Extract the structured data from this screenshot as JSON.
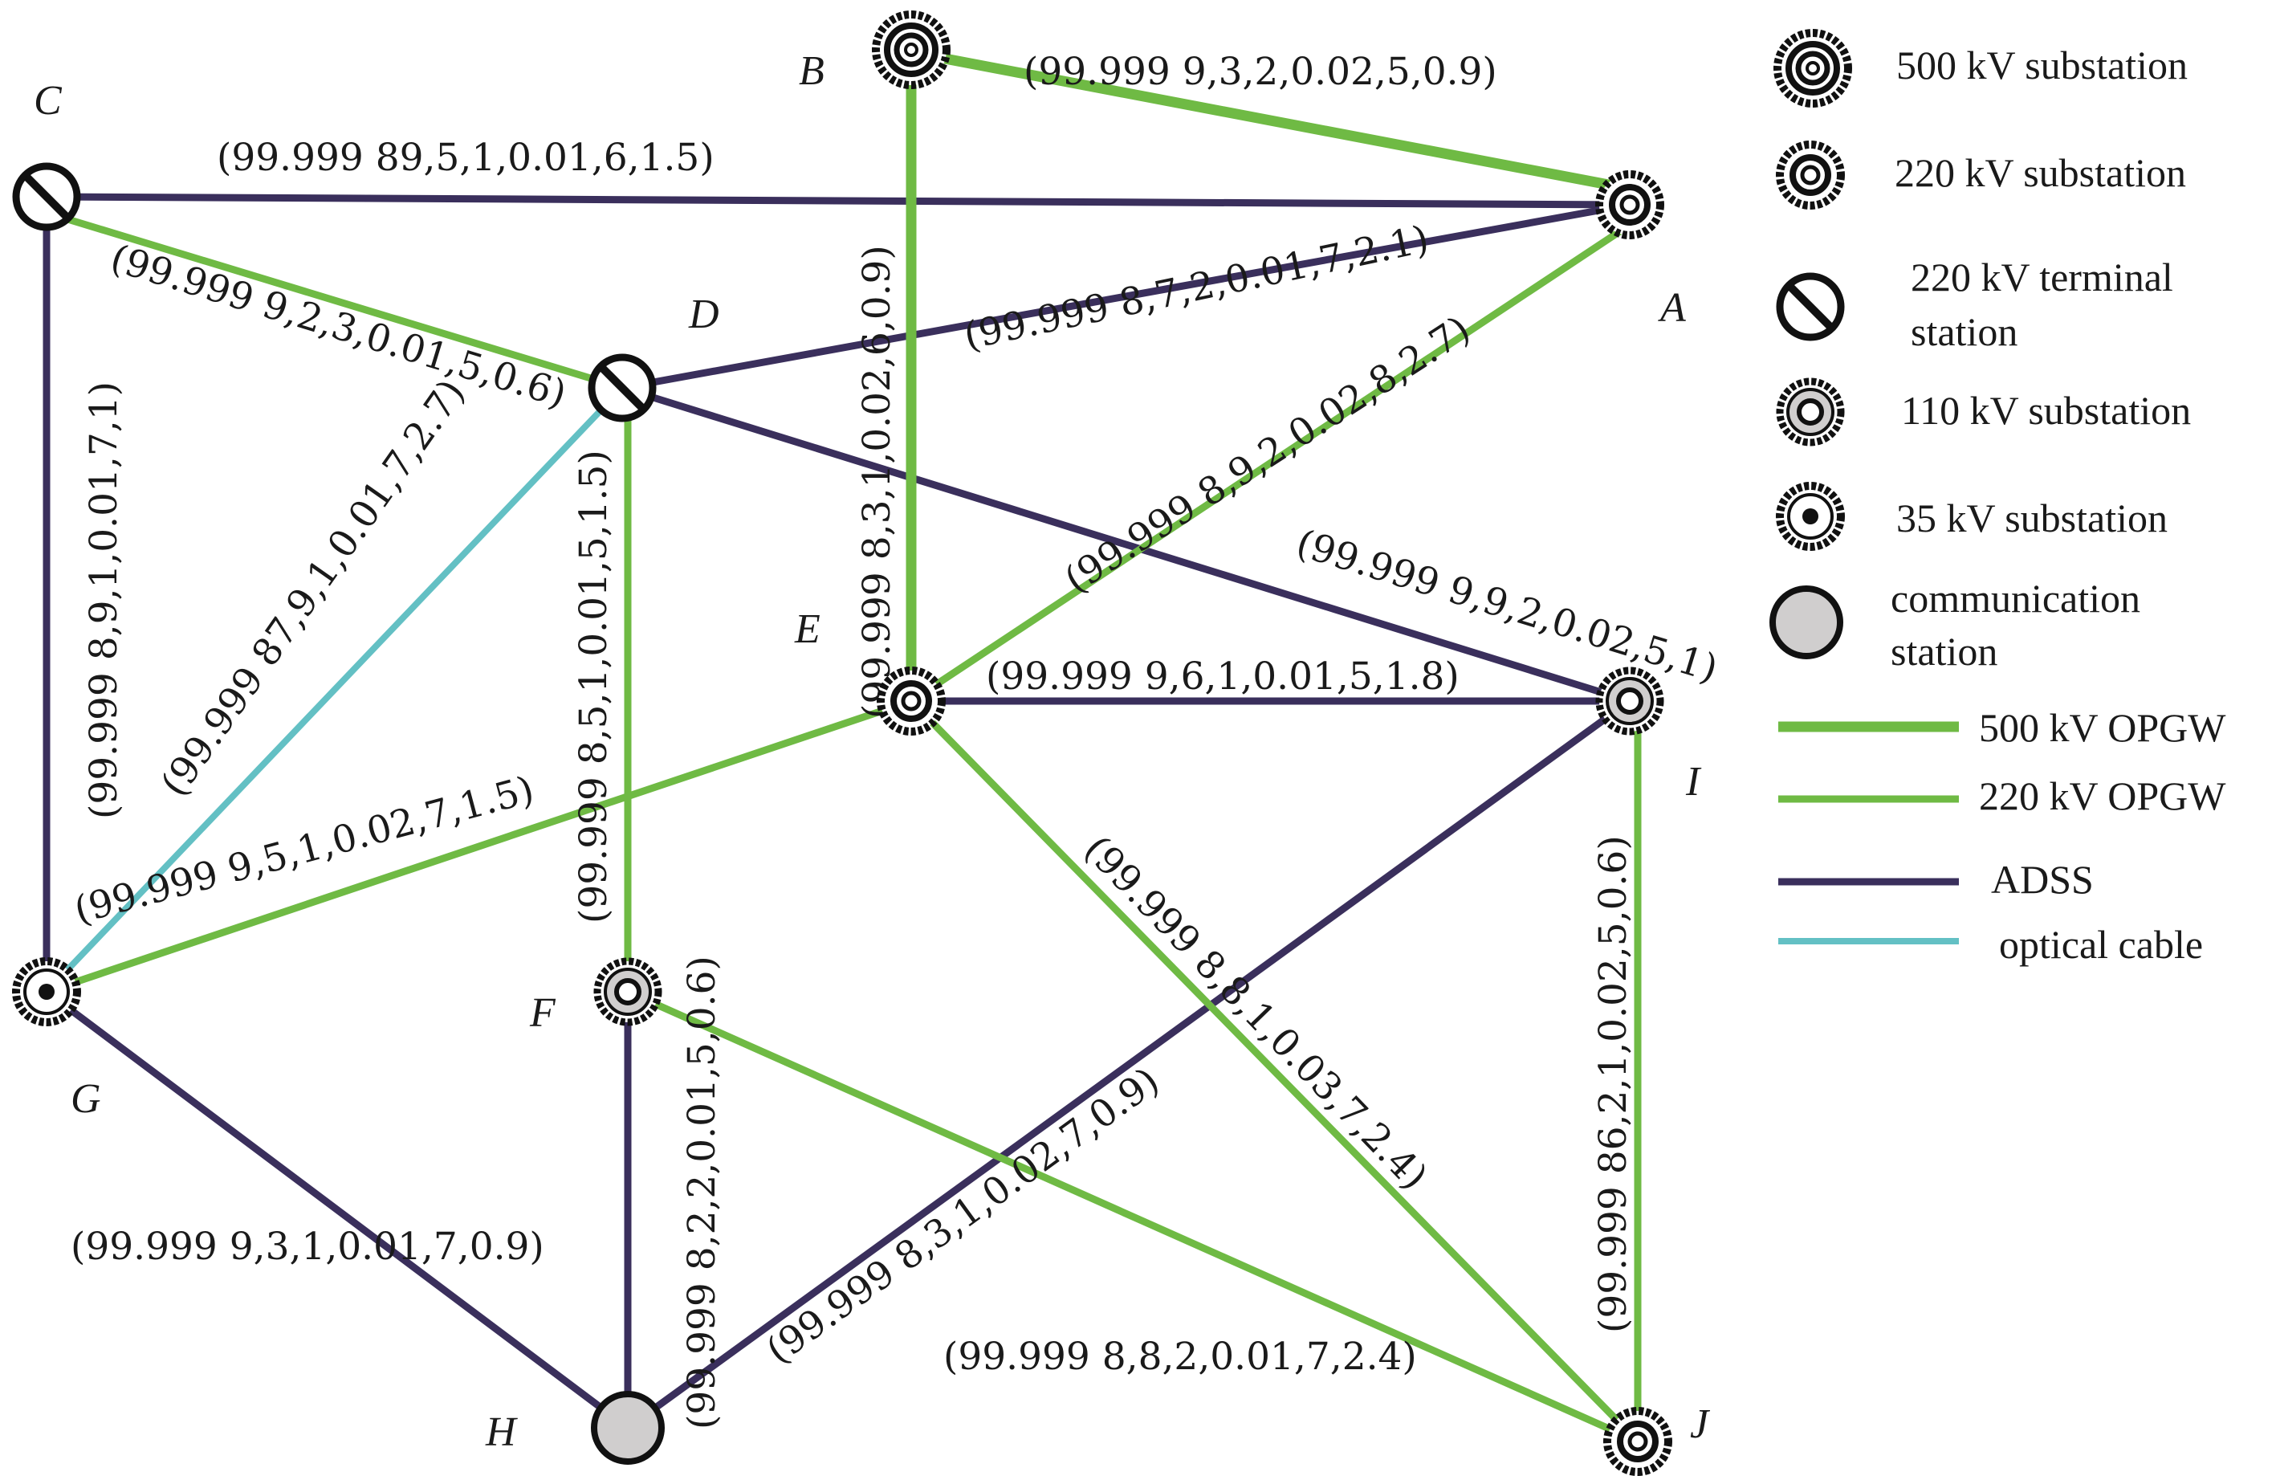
{
  "colors": {
    "opgw500": "#6fba44",
    "opgw220": "#6fba44",
    "adss": "#3a2f5c",
    "optical": "#63c0c4",
    "node_fill_gray": "#d0cece",
    "outline": "#111111"
  },
  "nodes": {
    "A": "A",
    "B": "B",
    "C": "C",
    "D": "D",
    "E": "E",
    "F": "F",
    "G": "G",
    "H": "H",
    "I": "I",
    "J": "J"
  },
  "links": {
    "BA": "(99.999 9,3,2,0.02,5,0.9)",
    "CA": "(99.999 89,5,1,0.01,6,1.5)",
    "CD": "(99.999 9,2,3,0.01,5,0.6)",
    "DA": "(99.999 8,7,2,0.01,7,2.1)",
    "BE": "(99.999 8,3,1,0.02,6,0.9)",
    "EA": "(99.999 8,9,2,0.02,8,2.7)",
    "DI": "(99.999 9,9,2,0.02,5,1)",
    "CG": "(99.999 8,9,1,0.01,7,1)",
    "DG": "(99.999 87,9,1,0.01,7,2.7)",
    "DF": "(99.999 8,5,1,0.01,5,1.5)",
    "EI": "(99.999 9,6,1,0.01,5,1.8)",
    "GE": "(99.999 9,5,1,0.02,7,1.5)",
    "EJ": "(99.999 8,8,1,0.03,7,2.4)",
    "IJ": "(99.999 86,2,1,0.02,5,0.6)",
    "FH": "(99.999 8,2,2,0.01,5,0.6)",
    "HI": "(99.999 8,3,1,0.02,7,0.9)",
    "GH": "(99.999 9,3,1,0.01,7,0.9)",
    "FJ": "(99.999 8,8,2,0.01,7,2.4)"
  },
  "legend": {
    "s500": "500 kV substation",
    "s220": "220 kV substation",
    "t220_line1": "220 kV terminal",
    "t220_line2": "station",
    "s110": "110 kV substation",
    "s35": "35 kV substation",
    "comm_line1": "communication",
    "comm_line2": "station",
    "opgw500": "500 kV OPGW",
    "opgw220": "220 kV OPGW",
    "adss": "ADSS",
    "optical": "optical cable"
  }
}
